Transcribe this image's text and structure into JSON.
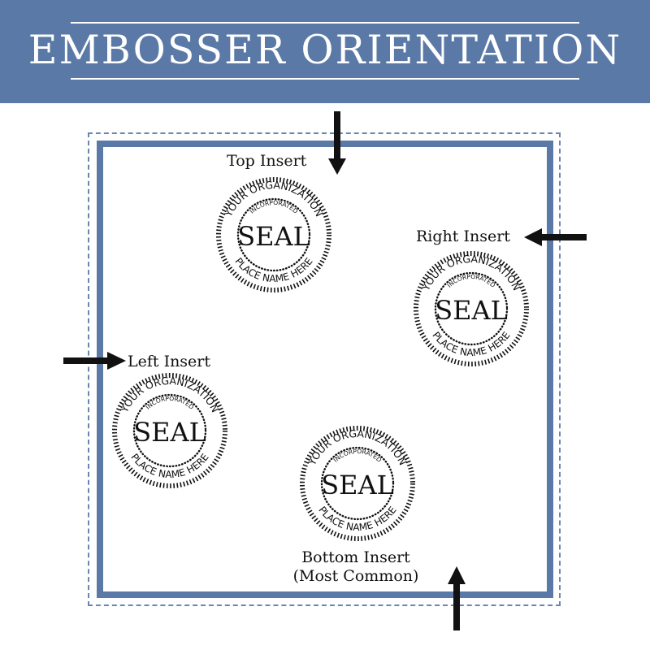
{
  "header": {
    "title": "EMBOSSER ORIENTATION"
  },
  "inserts": {
    "top": "Top Insert",
    "right": "Right Insert",
    "left": "Left Insert",
    "bottom_line1": "Bottom Insert",
    "bottom_line2": "(Most Common)"
  },
  "seal": {
    "organization": "YOUR ORGANIZATION",
    "incorporated": "INCORPORATED",
    "center": "SEAL",
    "place": "PLACE NAME HERE"
  },
  "colors": {
    "header_bg": "#5a79a6",
    "frame": "#5a79a6",
    "ink": "#111111"
  }
}
